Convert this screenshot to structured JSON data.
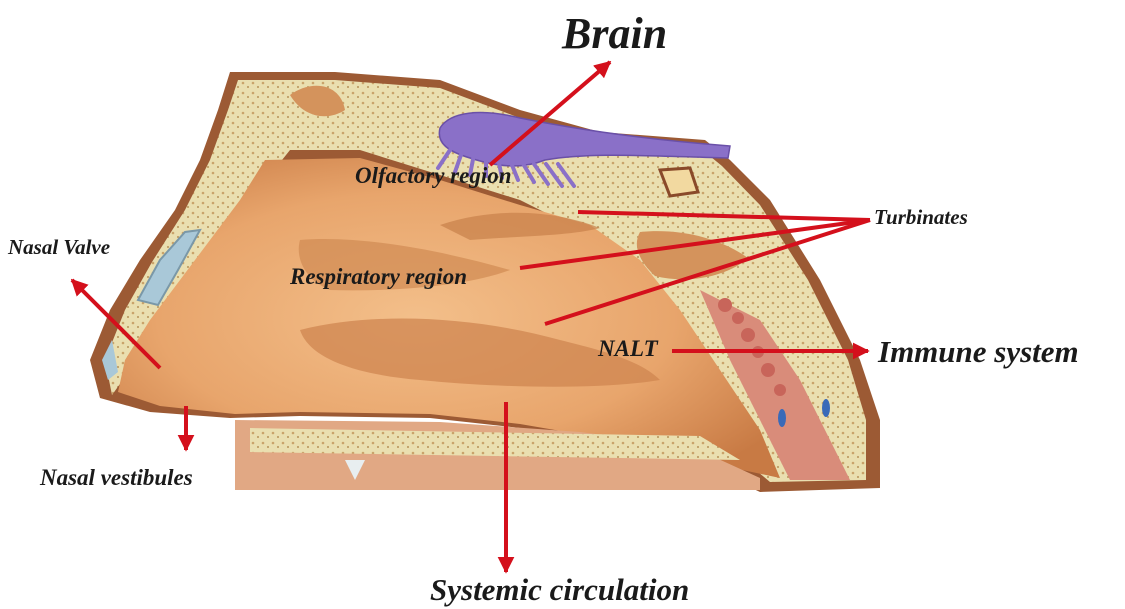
{
  "labels": {
    "brain": "Brain",
    "olfactory_region": "Olfactory region",
    "turbinates": "Turbinates",
    "nasal_valve": "Nasal Valve",
    "respiratory_region": "Respiratory region",
    "nalt": "NALT",
    "immune_system": "Immune system",
    "nasal_vestibules": "Nasal vestibules",
    "systemic_circulation": "Systemic circulation"
  },
  "colors": {
    "arrow": "#d4101c",
    "tissue": "#e6a36d",
    "bone": "#e9dcae",
    "olfactory_bulb": "#8a70c8",
    "outline": "#8a4a2a"
  }
}
